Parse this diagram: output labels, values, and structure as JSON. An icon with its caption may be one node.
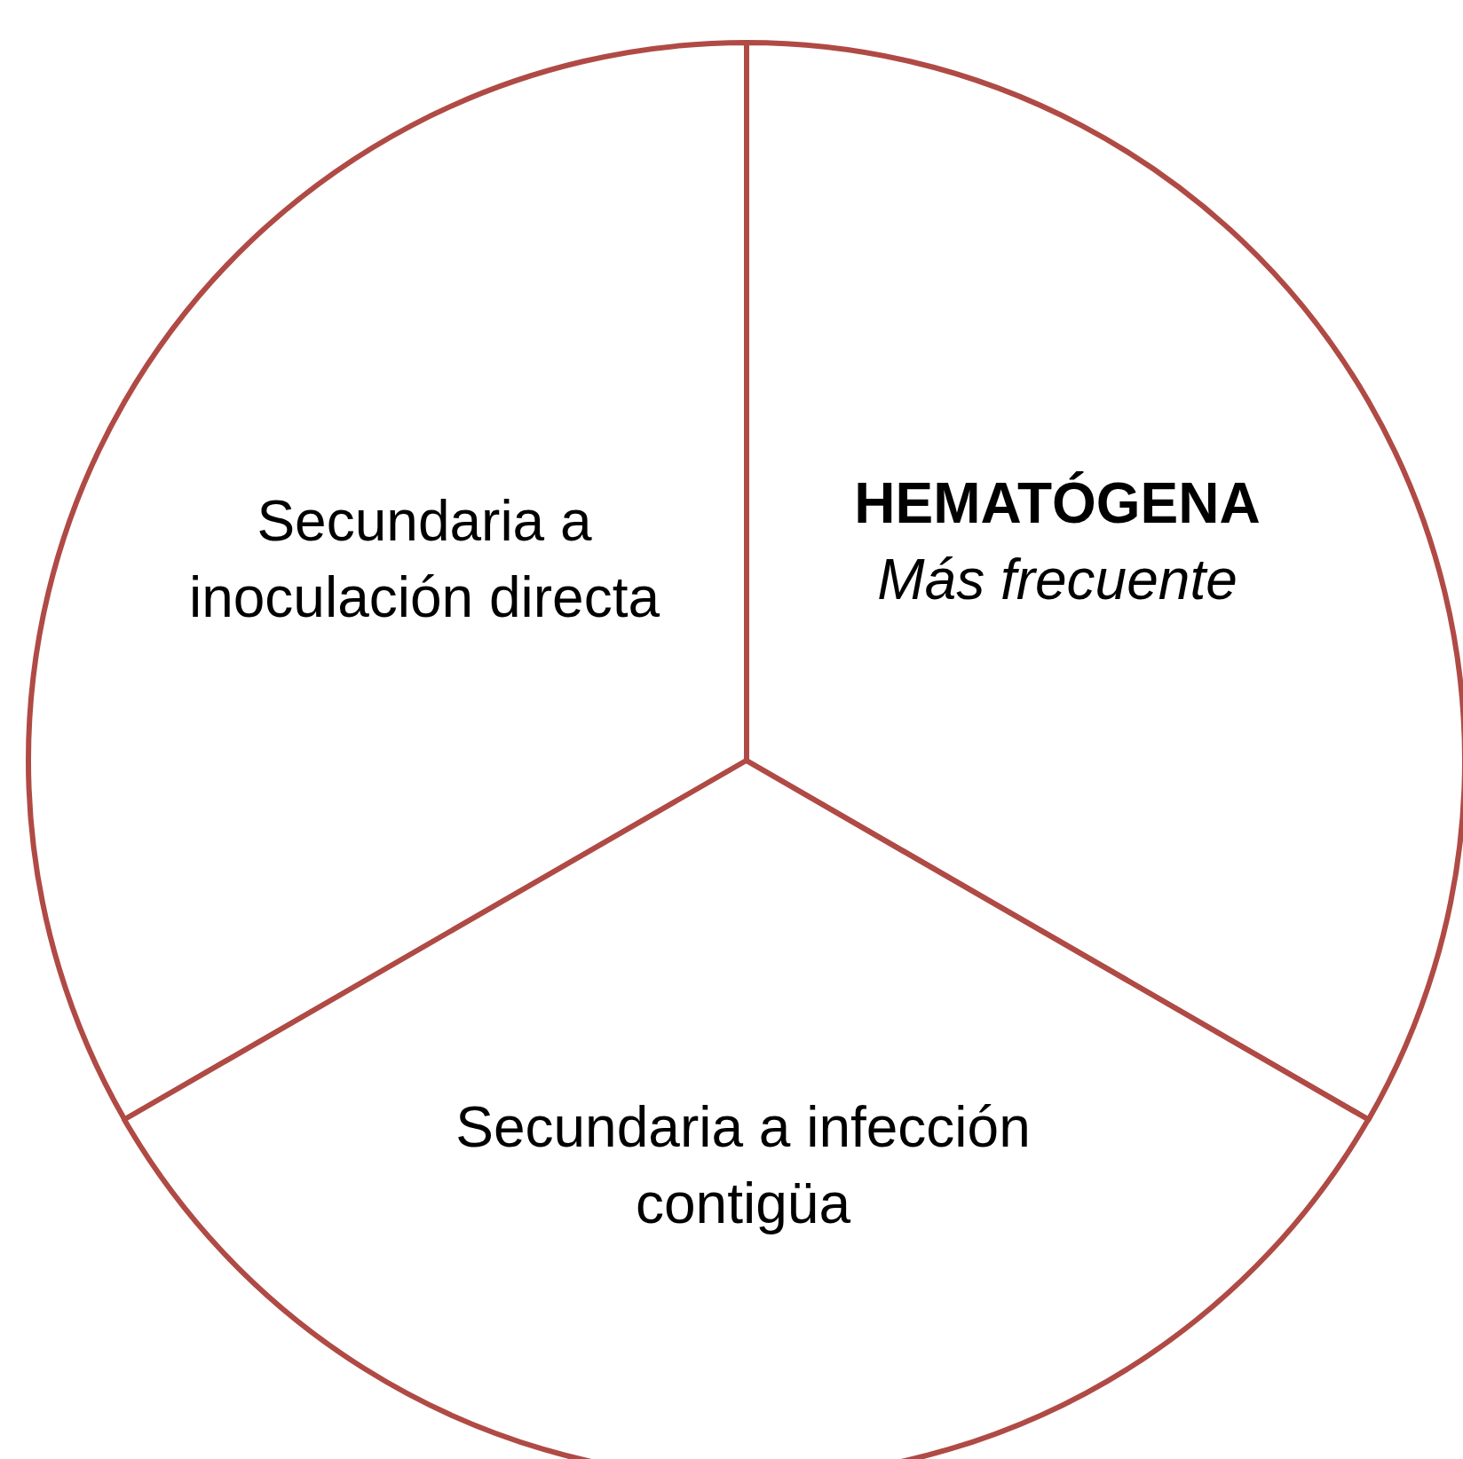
{
  "diagram": {
    "nodes": [
      {
        "text": [
          "Secundaria a inoculación directa"
        ]
      },
      {
        "text": [
          "HEMATÓGENA",
          "Más frecuente"
        ]
      },
      {
        "text": [
          "Secundaria a infección contigüa"
        ]
      }
    ]
  }
}
